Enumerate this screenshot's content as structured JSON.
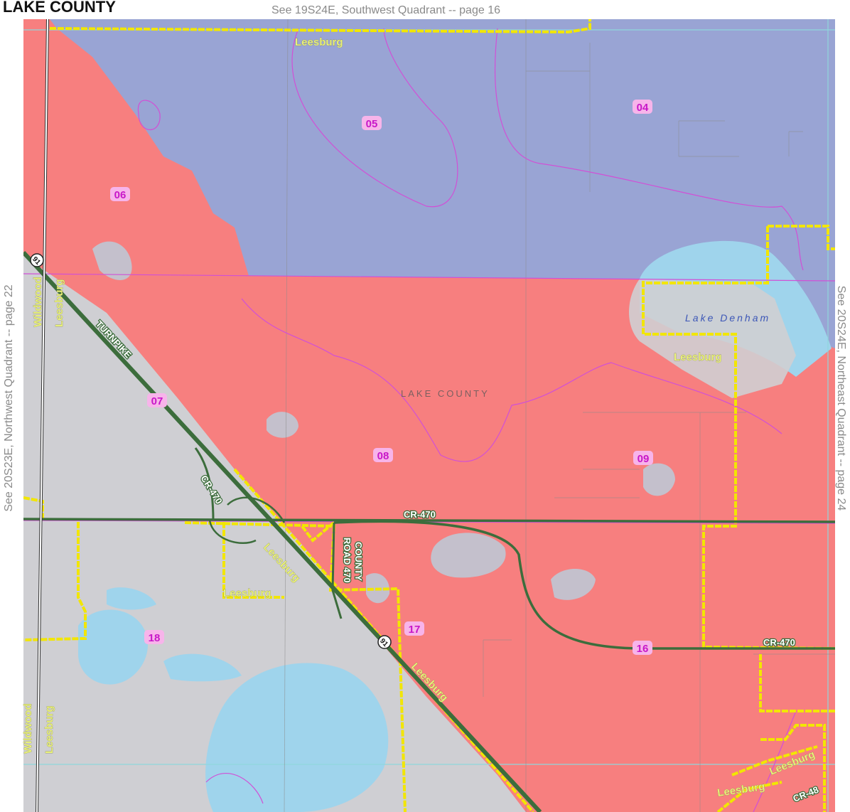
{
  "header": {
    "county_title": "LAKE COUNTY",
    "top_reference": "See 19S24E, Southwest Quadrant -- page 16",
    "left_reference": "See 20S23E, Northwest Quadrant -- page 22",
    "right_reference": "See 20S24E, Northeast Quadrant -- page 24"
  },
  "map": {
    "colors": {
      "district_blue": "#99a4d4",
      "district_red": "#f77f7f",
      "unincorporated_gray": "#cfcfd3",
      "water": "#9fd4ec",
      "city_limits": "#f2e600",
      "roads": "#3c6d3c",
      "section_lines": "#d150d6",
      "grid_lines": "#8fd6dc",
      "district_label_bg": "#f7b4ea",
      "district_label_text": "#c817c8"
    },
    "district_labels": {
      "d04": "04",
      "d05": "05",
      "d06": "06",
      "d07": "07",
      "d08": "08",
      "d09": "09",
      "d16": "16",
      "d17": "17",
      "d18": "18"
    },
    "city_labels": {
      "leesburg_top": "Leesburg",
      "leesburg_denham": "Leesburg",
      "leesburg_mid": "Leesburg",
      "leesburg_diag": "Leesburg",
      "leesburg_diag2": "Leesburg",
      "leesburg_se1": "Leesburg",
      "leesburg_se2": "Leesburg",
      "wildwood_upper": "Wildwood",
      "leesburg_upper_left": "Leesburg",
      "wildwood_lower": "Wildwood",
      "leesburg_lower_left": "Leesburg"
    },
    "road_labels": {
      "turnpike": "TURNPIKE",
      "cr470_ramp": "CR-470",
      "cr470_main": "CR-470",
      "county_road_1": "COUNTY",
      "county_road_2": "ROAD 470",
      "cr470_east": "CR-470",
      "cr48": "CR-48"
    },
    "shields": {
      "upper": "91",
      "lower": "91"
    },
    "water_labels": {
      "lake_denham": "Lake Denham"
    },
    "area_labels": {
      "lake_county": "LAKE COUNTY"
    }
  }
}
